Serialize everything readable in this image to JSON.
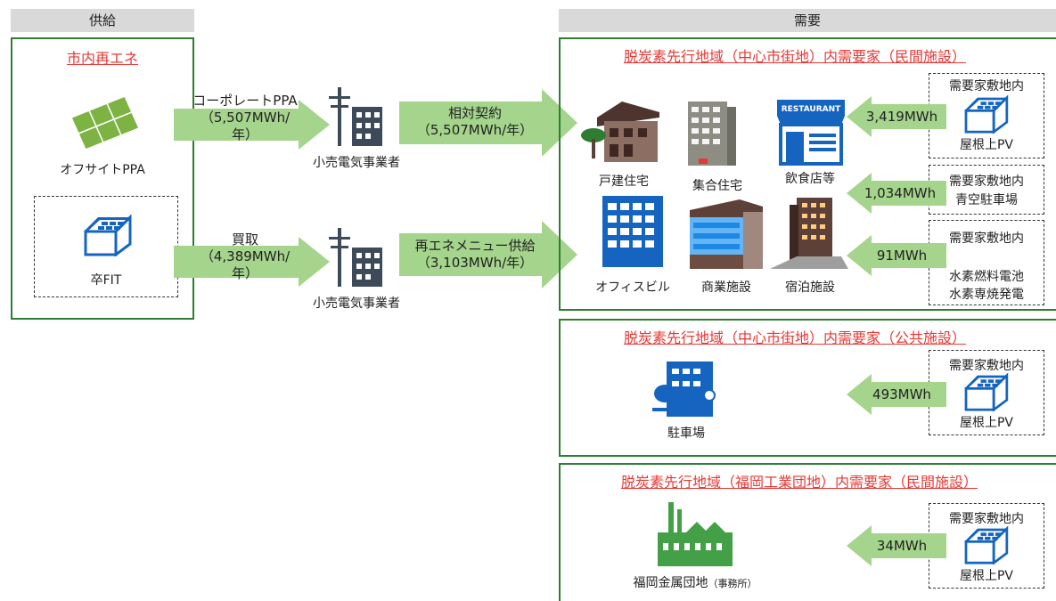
{
  "supply": {
    "header": "供給",
    "local_re_title": "市内再エネ",
    "offsite_label": "オフサイトPPA",
    "fit_label": "卒FIT"
  },
  "demand": {
    "header": "需要",
    "private_title": "脱炭素先行地域（中心市街地）内需要家（民間施設）",
    "public_title": "脱炭素先行地域（中心市街地）内需要家（公共施設）",
    "industrial_title": "脱炭素先行地域（福岡工業団地）内需要家（民間施設）"
  },
  "flows": {
    "corporate_ppa_line1": "コーポレートPPA",
    "corporate_ppa_line2": "（5,507MWh/",
    "corporate_ppa_line3": "年）",
    "purchase_line1": "買取",
    "purchase_line2": "（4,389MWh/",
    "purchase_line3": "年）",
    "relative_line1": "相対契約",
    "relative_line2": "（5,507MWh/年）",
    "menu_line1": "再エネメニュー供給",
    "menu_line2": "（3,103MWh/年）"
  },
  "retailer_label": "小売電気事業者",
  "buildings": {
    "house": "戸建住宅",
    "apartment": "集合住宅",
    "restaurant": "飲食店等",
    "restaurant_sign": "RESTAURANT",
    "office": "オフィスビル",
    "commercial": "商業施設",
    "hotel": "宿泊施設",
    "parking": "駐車場",
    "factory_main": "福岡金属団地",
    "factory_sub": "（事務所）"
  },
  "onsite": {
    "premises": "需要家敷地内",
    "rooftop_pv": "屋根上PV",
    "open_parking": "青空駐車場",
    "fuel_cell": "水素燃料電池",
    "h2_power": "水素専焼発電"
  },
  "values": {
    "v1": "3,419MWh",
    "v2": "1,034MWh",
    "v3": "91MWh",
    "v4": "493MWh",
    "v5": "34MWh"
  },
  "colors": {
    "green_border": "#2e7d32",
    "arrow": "#a5d48c",
    "red_title": "#e53935",
    "icon_blue": "#1565c0"
  }
}
